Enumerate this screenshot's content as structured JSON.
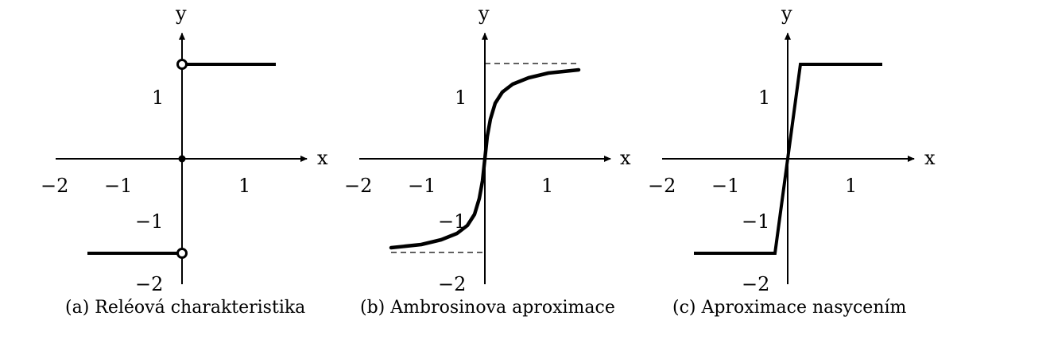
{
  "panels": [
    {
      "caption": "(a) Reléová charakteristika",
      "axis": {
        "x_label": "x",
        "y_label": "y"
      },
      "x_ticks": [
        "−2",
        "−1",
        "1"
      ],
      "y_ticks": [
        "1",
        "−1",
        "−2"
      ],
      "curve": "relay"
    },
    {
      "caption": "(b) Ambrosinova aproximace",
      "axis": {
        "x_label": "x",
        "y_label": "y"
      },
      "x_ticks": [
        "−2",
        "−1",
        "1"
      ],
      "y_ticks": [
        "1",
        "−1",
        "−2"
      ],
      "curve": "sigmoid"
    },
    {
      "caption": "(c) Aproximace nasycením",
      "axis": {
        "x_label": "x",
        "y_label": "y"
      },
      "x_ticks": [
        "−2",
        "−1",
        "1"
      ],
      "y_ticks": [
        "1",
        "−1",
        "−2"
      ],
      "curve": "saturation"
    }
  ]
}
